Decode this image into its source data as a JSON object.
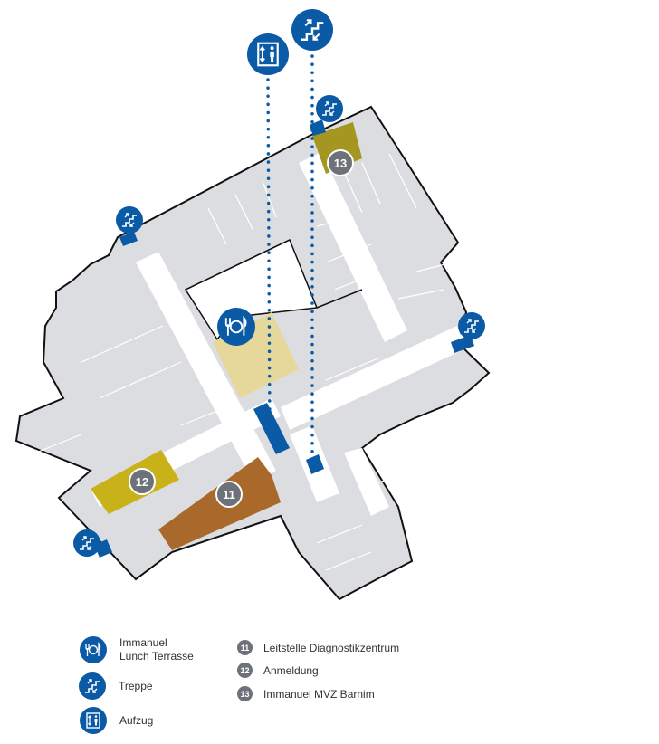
{
  "colors": {
    "blue": "#0a5aa5",
    "room": "#dcdde0",
    "lunch": "#e6d89a",
    "area11": "#a8692a",
    "area12": "#c9b11a",
    "area13": "#a39722",
    "badge": "#6d717a"
  },
  "map": {
    "markers": [
      {
        "id": "11",
        "label": "11"
      },
      {
        "id": "12",
        "label": "12"
      },
      {
        "id": "13",
        "label": "13"
      }
    ],
    "icons": [
      "elevator-icon",
      "stairs-icon",
      "restaurant-icon"
    ]
  },
  "legend": {
    "lunch": {
      "line1": "Immanuel",
      "line2": "Lunch Terrasse"
    },
    "stairs": "Treppe",
    "elevator": "Aufzug",
    "areas": [
      {
        "num": "11",
        "label": "Leitstelle Diagnostikzentrum"
      },
      {
        "num": "12",
        "label": "Anmeldung"
      },
      {
        "num": "13",
        "label": "Immanuel MVZ Barnim"
      }
    ]
  }
}
